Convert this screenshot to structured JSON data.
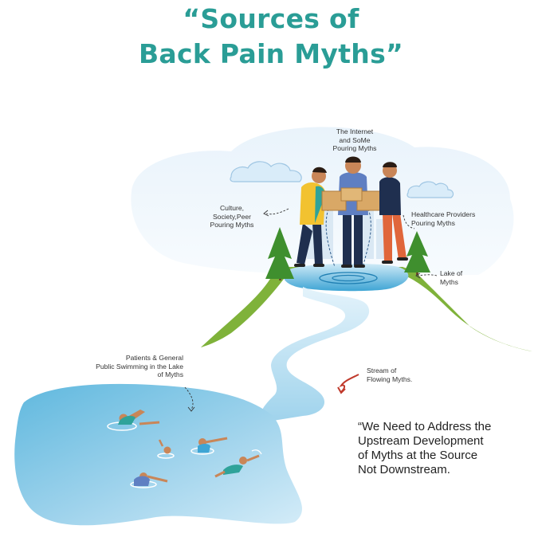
{
  "title": {
    "line1": "“Sources of",
    "line2": "Back Pain Myths”"
  },
  "labels": {
    "internet": [
      "The Internet",
      "and SoMe",
      "Pouring Myths"
    ],
    "culture": [
      "Culture,",
      "Society,Peer",
      "Pouring Myths"
    ],
    "healthcare": [
      "Healthcare Providers",
      "Pouring Myths"
    ],
    "lake_small": [
      "Lake of",
      "Myths"
    ],
    "stream": [
      "Stream of",
      "Flowing Myths."
    ],
    "patients": [
      "Patients & General",
      "Public Swimming in the Lake",
      "of Myths"
    ]
  },
  "quote": [
    "“We Need to Address the",
    "Upstream Development",
    "of Myths at the Source",
    "Not Downstream."
  ],
  "colors": {
    "title": "#2a9d96",
    "water_light": "#cfeaf7",
    "water_dark": "#3ea5d4",
    "hill_green": "#7fb23a",
    "tree_green": "#3f8f2e",
    "cloud": "#cfe6f7",
    "shirt_yellow": "#f2c230",
    "shirt_teal": "#2fa39a",
    "shirt_navy": "#1f2f4f",
    "pants_orange": "#e0663b",
    "stream_arrow": "#c0392b"
  }
}
